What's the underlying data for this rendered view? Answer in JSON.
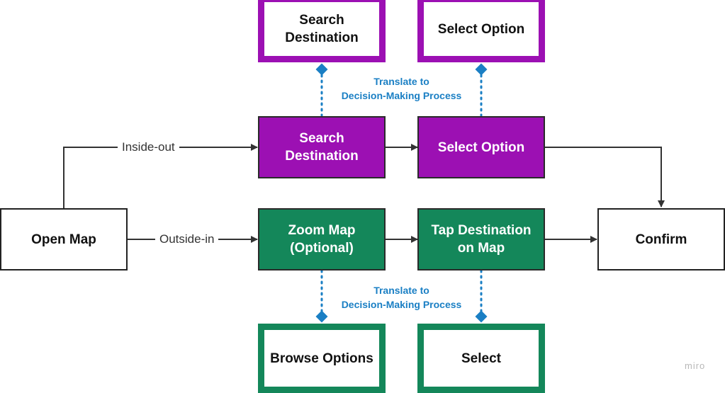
{
  "nodes": {
    "open_map": "Open Map",
    "search_destination": [
      "Search",
      "Destination"
    ],
    "select_option": "Select Option",
    "zoom_map": [
      "Zoom Map",
      "(Optional)"
    ],
    "tap_destination": [
      "Tap Destination",
      "on Map"
    ],
    "confirm": "Confirm",
    "search_destination_top": [
      "Search",
      "Destination"
    ],
    "select_option_top": "Select Option",
    "browse_options": "Browse Options",
    "select": "Select"
  },
  "edges": {
    "inside_out": "Inside-out",
    "outside_in": "Outside-in"
  },
  "notes": {
    "top": [
      "Translate to",
      "Decision-Making Process"
    ],
    "bottom": [
      "Translate to",
      "Decision-Making Process"
    ]
  },
  "watermark": "miro",
  "colors": {
    "purple": "#9c10b3",
    "green": "#14875a",
    "connector_blue": "#1a7fc4",
    "line": "#333333"
  }
}
